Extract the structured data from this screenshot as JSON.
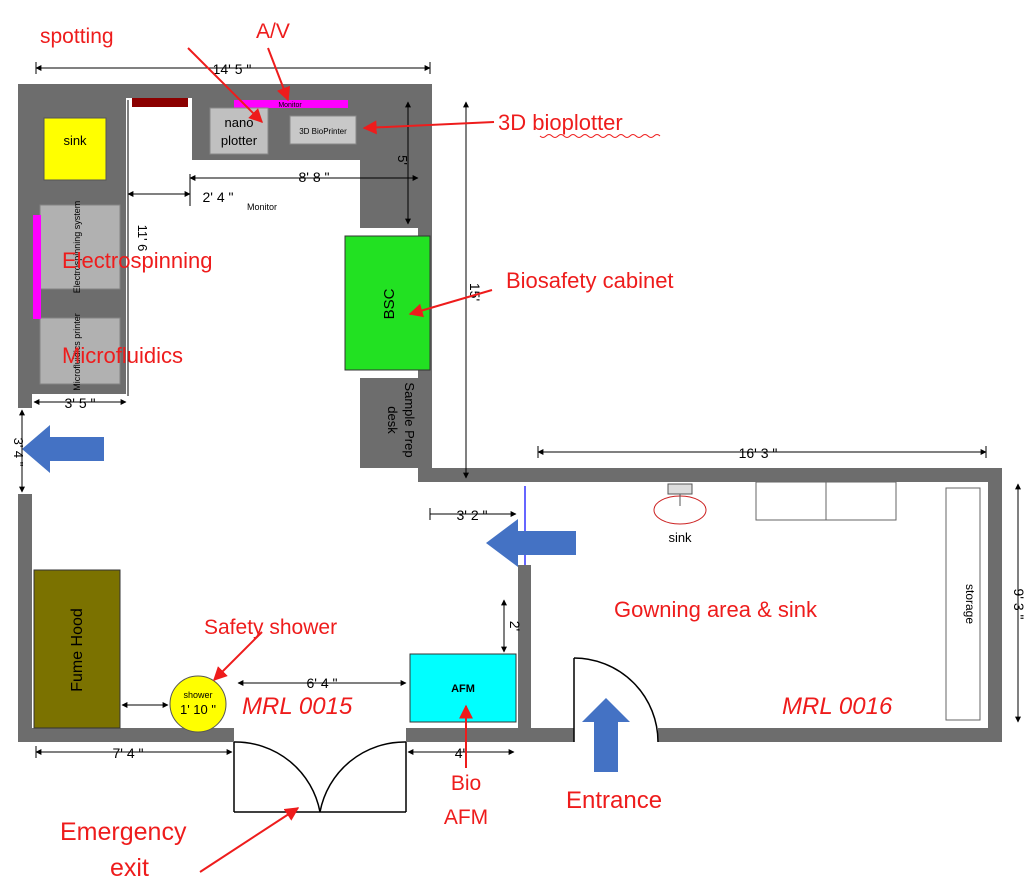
{
  "colors": {
    "wall": "#6d6d6d",
    "annotation": "#ee1c1c",
    "bsc": "#22e122",
    "afm": "#00ffff",
    "fume_hood": "#7b7200",
    "sink_fill": "#ffff00",
    "shower_fill": "#ffff00",
    "monitor": "#ff00ff",
    "arrow_blue": "#4472c4"
  },
  "annotations": {
    "spotting": "spotting",
    "av": "A/V",
    "bioplotter": "3D bioplotter",
    "electrospinning": "Electrospinning",
    "microfluidics": "Microfluidics",
    "biosafety_cabinet": "Biosafety cabinet",
    "gowning_area": "Gowning area & sink",
    "safety_shower": "Safety shower",
    "emergency_exit_1": "Emergency",
    "emergency_exit_2": "exit",
    "bio_afm_1": "Bio",
    "bio_afm_2": "AFM",
    "entrance": "Entrance"
  },
  "rooms": {
    "room_1": "MRL 0015",
    "room_2": "MRL 0016"
  },
  "dimensions": {
    "top_width": "14' 5 \"",
    "right_height": "15'",
    "five": "5'",
    "eight_eight": "8' 8 \"",
    "two_four": "2' 4 \"",
    "eleven": "11' 6",
    "three_five": "3' 5 \"",
    "three_four": "3' 4 \"",
    "sixteen_three": "16' 3 \"",
    "three_two": "3' 2 \"",
    "nine_three": "9' 3 \"",
    "two": "2'",
    "six_four": "6' 4 \"",
    "seven_four": "7' 4 \"",
    "four": "4'",
    "one_ten": "1' 10 \""
  },
  "equipment": {
    "sink": "sink",
    "monitor_top": "Monitor",
    "monitor_side": "Monitor",
    "nano_plotter_1": "nano",
    "nano_plotter_2": "plotter",
    "bioprinter": "3D BioPrinter",
    "electrospinning_system": "Electrospinning system",
    "microfluidics_printer": "Microfluidics printer",
    "bsc": "BSC",
    "sample_prep_1": "Sample Prep",
    "sample_prep_2": "desk",
    "sink_2": "sink",
    "storage": "storage",
    "fume_hood": "Fume Hood",
    "shower": "shower",
    "afm": "AFM"
  }
}
